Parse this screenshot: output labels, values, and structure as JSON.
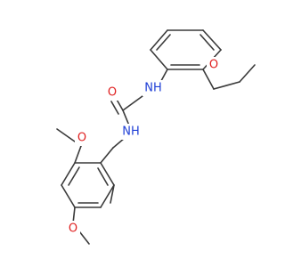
{
  "molecule": {
    "atoms": {
      "nh_top": {
        "label": "NH",
        "element": "N",
        "color": "#1f3fd6"
      },
      "nh_bottom": {
        "label": "NH",
        "element": "N",
        "color": "#1f3fd6"
      },
      "carbonyl_o": {
        "label": "O",
        "element": "O",
        "color": "#e02020"
      },
      "ome_top_o": {
        "label": "O",
        "element": "O",
        "color": "#e02020"
      },
      "ome_mid_o": {
        "label": "O",
        "element": "O",
        "color": "#e02020"
      },
      "ome_low_o": {
        "label": "O",
        "element": "O",
        "color": "#e02020"
      }
    },
    "bond_color": "#3a3a3a"
  }
}
